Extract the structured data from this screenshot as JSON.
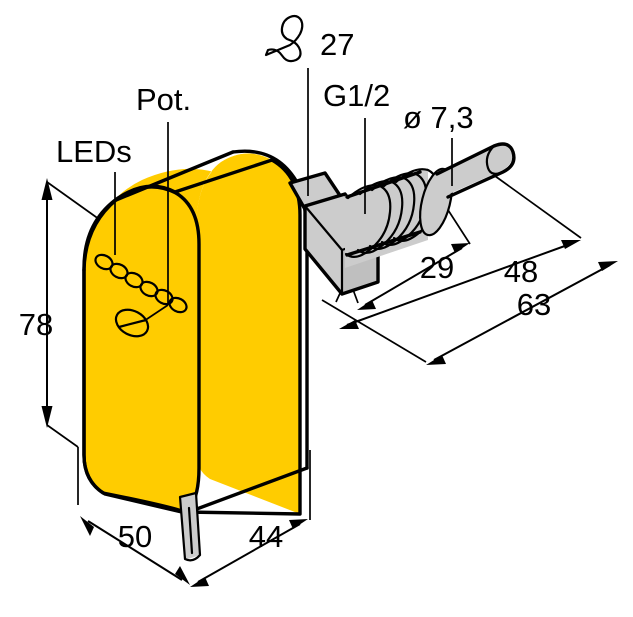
{
  "drawing": {
    "title": "Flow sensor dimensional drawing",
    "type": "isometric-dimensioned-technical-drawing",
    "units": "mm",
    "colors": {
      "housing": "#FFCC00",
      "metal": "#CCCCCC",
      "metal_shadow": "#BFBFBF",
      "outline": "#000000",
      "background": "#FFFFFF"
    }
  },
  "callouts": {
    "leds": "LEDs",
    "pot": "Pot.",
    "wrench_size": "27",
    "thread": "G1/2",
    "probe_diameter": "ø 7,3"
  },
  "dimensions": {
    "height": "78",
    "depth": "50",
    "width": "44",
    "thread_length": "29",
    "nut_to_tip": "48",
    "total_length": "63"
  },
  "features": {
    "led_count": 6,
    "led_label": "LED indicator row",
    "pot_label": "Potentiometer adjustment screw",
    "thread_label": "G1/2 male thread",
    "hex_label": "Hex nut AF 27",
    "probe_label": "Probe rod ø 7,3",
    "cable_label": "Cable / connector stub"
  },
  "icons": {
    "wrench": "wrench-icon"
  }
}
